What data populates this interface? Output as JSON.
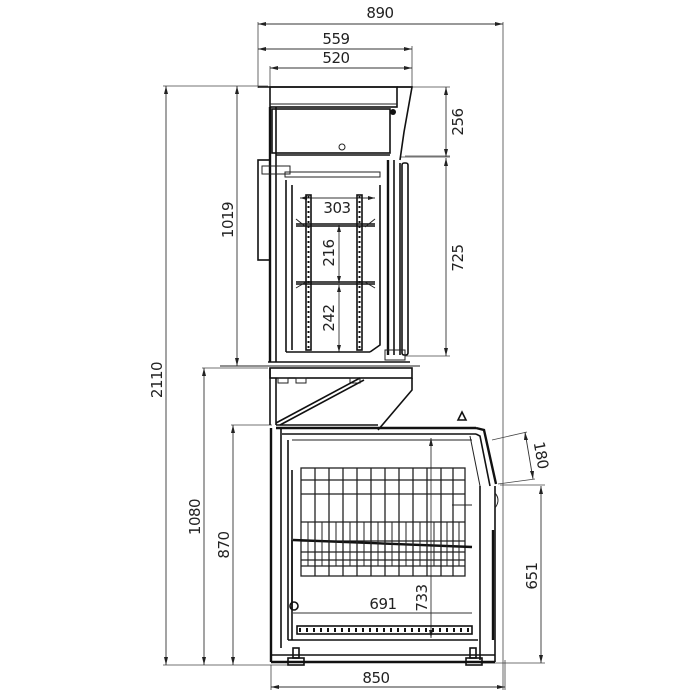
{
  "drawing": {
    "subject": "Refrigerated display unit with upper glass-door cabinet and lower chest freezer - side view",
    "units": "mm",
    "line_color": "#111111",
    "background": "#ffffff"
  },
  "dimensions": {
    "overall_width": "890",
    "upper_depth_outer": "559",
    "upper_depth_inner": "520",
    "upper_canopy_height": "256",
    "upper_cabinet_height": "1019",
    "upper_door_height": "725",
    "shelf_width": "303",
    "shelf_spacing_upper": "216",
    "shelf_spacing_lower": "242",
    "overall_height": "2110",
    "lower_total_height": "1080",
    "lower_body_height": "870",
    "lid_length": "180",
    "basket_depth": "733",
    "inner_width": "691",
    "front_height": "651",
    "base_width": "850"
  }
}
